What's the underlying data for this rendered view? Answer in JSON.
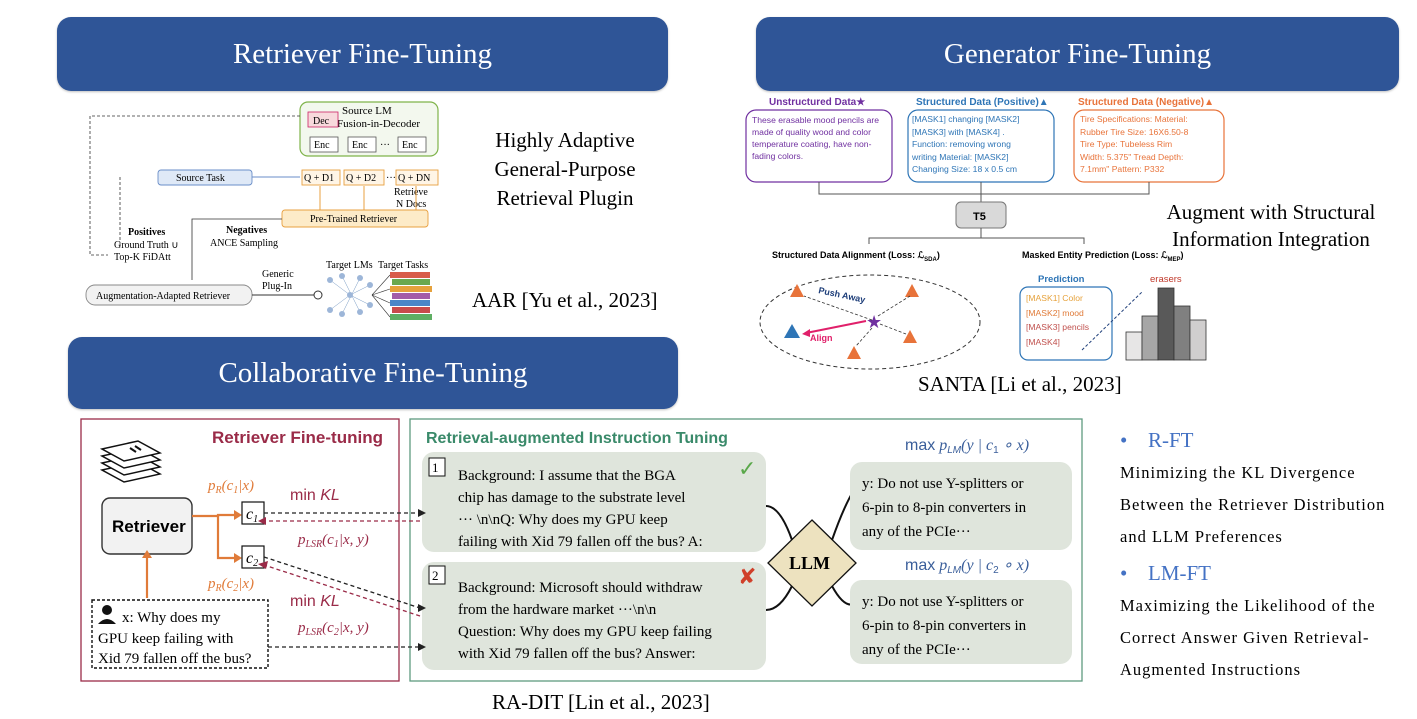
{
  "headers": {
    "retriever": "Retriever Fine-Tuning",
    "generator": "Generator Fine-Tuning",
    "collaborative": "Collaborative Fine-Tuning"
  },
  "aar": {
    "description_lines": [
      "Highly Adaptive",
      "General-Purpose",
      "Retrieval Plugin"
    ],
    "citation": "AAR [Yu et al., 2023]",
    "fig": {
      "source_lm": "Source LM",
      "fusion": "Fusion-in-Decoder",
      "dec": "Dec",
      "enc": "Enc",
      "ellipsis": "···",
      "source_task": "Source Task",
      "q_d1": "Q + D1",
      "q_d2": "Q + D2",
      "q_dn": "Q + DN",
      "retrieve": "Retrieve",
      "n_docs": "N Docs",
      "pretrained_retriever": "Pre-Trained Retriever",
      "positives": "Positives",
      "ground_truth": "Ground Truth ∪",
      "topk": "Top-K FiDAtt",
      "negatives": "Negatives",
      "ance": "ANCE Sampling",
      "generic": "Generic",
      "plug_in": "Plug-In",
      "target_lms": "Target LMs",
      "target_tasks": "Target Tasks",
      "aug_retriever": "Augmentation-Adapted Retriever"
    }
  },
  "santa": {
    "description_lines": [
      "Augment with Structural",
      "Information Integration"
    ],
    "citation": "SANTA [Li et al., 2023]",
    "fig": {
      "unstructured_title": "Unstructured Data★",
      "unstructured_text": "These erasable mood pencils are made of quality wood and color temperature coating, have non-fading colors.",
      "pos_title": "Structured Data (Positive)▲",
      "pos_lines": [
        "[MASK1] changing [MASK2]",
        "[MASK3] with [MASK4] .",
        "Function: removing wrong",
        "writing Material: [MASK2]",
        "Changing  Size: 18 x 0.5 cm"
      ],
      "neg_title": "Structured Data (Negative)▲",
      "neg_lines": [
        "Tire Specifications: Material:",
        "Rubber Tire Size: 16X6.50-8",
        "Tire Type: Tubeless Rim",
        "Width: 5.375\"  Tread Depth:",
        "7.1mm\" Pattern: P332"
      ],
      "t5": "T5",
      "sda_label": "Structured Data Alignment (Loss: ℒ",
      "sda_sub": "SDA",
      "mep_label": "Masked Entity Prediction (Loss: ℒ",
      "mep_sub": "MEP",
      "push_away": "Push Away",
      "align": "Align",
      "prediction": "Prediction",
      "erasers": "erasers",
      "pred_lines": [
        "[MASK1] Color",
        "[MASK2] mood",
        "[MASK3] pencils",
        "[MASK4]"
      ]
    }
  },
  "radit": {
    "citation": "RA-DIT [Lin et al., 2023]",
    "fig": {
      "retriever_ft_title": "Retriever Fine-tuning",
      "riat_title": "Retrieval-augmented Instruction Tuning",
      "retriever": "Retriever",
      "pr_c1": "p",
      "min_kl": "min KL",
      "c1": "c",
      "c2": "c",
      "query_lines": [
        "x: Why does my",
        "GPU keep failing with",
        "Xid 79 fallen off the bus?"
      ],
      "ex1_num": "1",
      "ex1_lines": [
        "Background: I assume that the BGA",
        "chip has damage to the substrate level",
        "··· \\n\\nQ: Why does my GPU keep",
        "failing with Xid 79 fallen off the bus? A:"
      ],
      "ex2_num": "2",
      "ex2_lines": [
        "Background: Microsoft should withdraw",
        "from the hardware market ···\\n\\n",
        "Question: Why does my GPU keep failing",
        "with Xid 79 fallen off the bus? Answer:"
      ],
      "llm": "LLM",
      "max_label": "max",
      "out1_lines": [
        "y: Do not use Y-splitters or",
        "6-pin to 8-pin converters in",
        "any of the PCIe···"
      ],
      "out2_lines": [
        "y: Do not use Y-splitters or",
        "6-pin to 8-pin converters in",
        "any of the PCIe···"
      ]
    }
  },
  "bullets": {
    "rft_title": "R-FT",
    "rft_lines": [
      "Minimizing the KL Divergence",
      "Between the Retriever Distribution",
      "and LLM Preferences"
    ],
    "lmft_title": "LM-FT",
    "lmft_lines": [
      "Maximizing the Likelihood of the",
      "Correct Answer Given Retrieval-",
      "Augmented Instructions"
    ]
  },
  "colors": {
    "header_bg": "#2f5597",
    "bullet_title": "#4472c4",
    "radit_red": "#9a2b48",
    "radit_green": "#3a8a6a",
    "orange": "#e07b39",
    "purple": "#7030a0",
    "blue": "#2e75b6",
    "neg_orange": "#e8733a"
  }
}
